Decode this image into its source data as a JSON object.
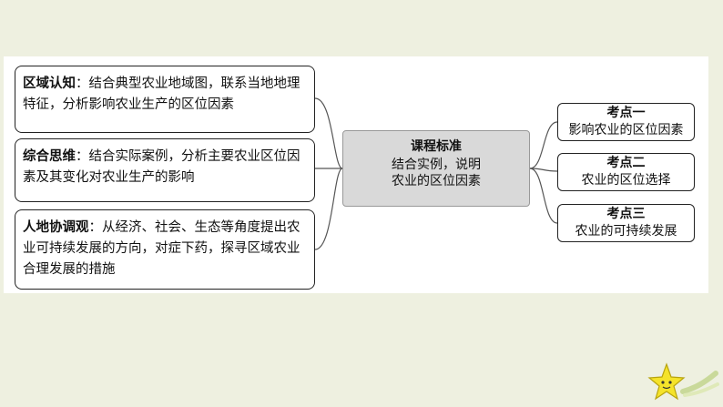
{
  "left_boxes": [
    {
      "label": "区域认知",
      "text": "：结合典型农业地域图，联系当地地理特征，分析影响农业生产的区位因素"
    },
    {
      "label": "综合思维",
      "text": "：结合实际案例，分析主要农业区位因素及其变化对农业生产的影响"
    },
    {
      "label": "人地协调观",
      "text": "：从经济、社会、生态等角度提出农业可持续发展的方向，对症下药，探寻区域农业合理发展的措施"
    }
  ],
  "center": {
    "title": "课程标准",
    "line1": "结合实例，说明",
    "line2": "农业的区位因素"
  },
  "right_boxes": [
    {
      "title": "考点一",
      "text": "影响农业的区位因素"
    },
    {
      "title": "考点二",
      "text": "农业的区位选择"
    },
    {
      "title": "考点三",
      "text": "农业的可持续发展"
    }
  ],
  "colors": {
    "background": "#eef0e0",
    "panel": "#ffffff",
    "center_fill": "#d9d9d9",
    "star": "#f5e32a"
  }
}
